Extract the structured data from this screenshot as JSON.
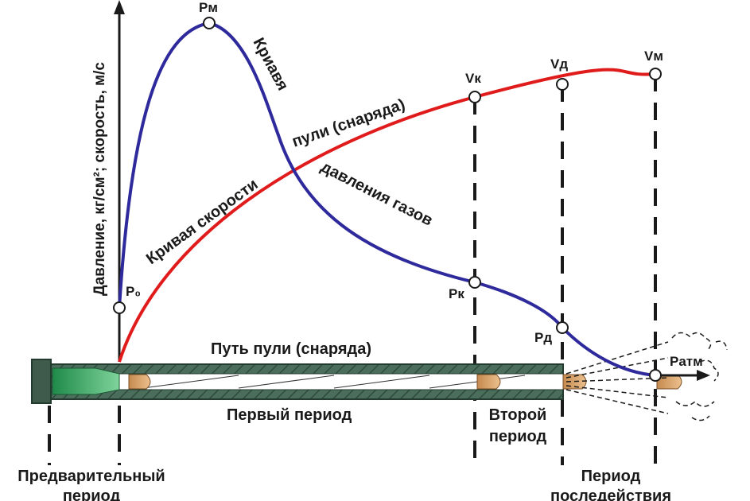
{
  "axis": {
    "y_label": "Давление, кг/см²; скорость, м/с"
  },
  "curves": {
    "pressure_label_1": "Криавя",
    "pressure_label_2": "давления газов",
    "velocity_label_1": "Кривая скорости",
    "velocity_label_2": "пули (снаряда)"
  },
  "points": {
    "p0": "P₀",
    "pm": "Pм",
    "pk": "Pк",
    "pd": "Pд",
    "patm": "Pатм",
    "vk": "Vк",
    "vd": "Vд",
    "vm": "Vм"
  },
  "barrel": {
    "path_label": "Путь пули (снаряда)"
  },
  "periods": {
    "first": "Первый период",
    "second_1": "Второй",
    "second_2": "период",
    "pre_1": "Предварительный",
    "pre_2": "период",
    "after_1": "Период",
    "after_2": "последействия"
  },
  "colors": {
    "pressure_curve": "#2e2a9c",
    "velocity_curve": "#e01b1b",
    "barrel": "#4a6b5a",
    "charge": "#2fa860",
    "bullet": "#d9a066"
  }
}
